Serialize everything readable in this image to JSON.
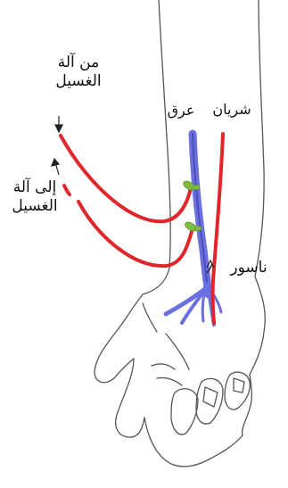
{
  "labels": {
    "from_machine": [
      "من آلة",
      "الغسيل"
    ],
    "to_machine": [
      "إلى آلة",
      "الغسيل"
    ],
    "vein": "عرق",
    "artery": "شريان",
    "fistula": "ناسور"
  },
  "colors": {
    "artery": "#e0262a",
    "vein": "#6b6fe0",
    "vein_dark": "#4a4fb8",
    "needle": "#7dbb43",
    "outline": "#444444",
    "text": "#111111"
  }
}
